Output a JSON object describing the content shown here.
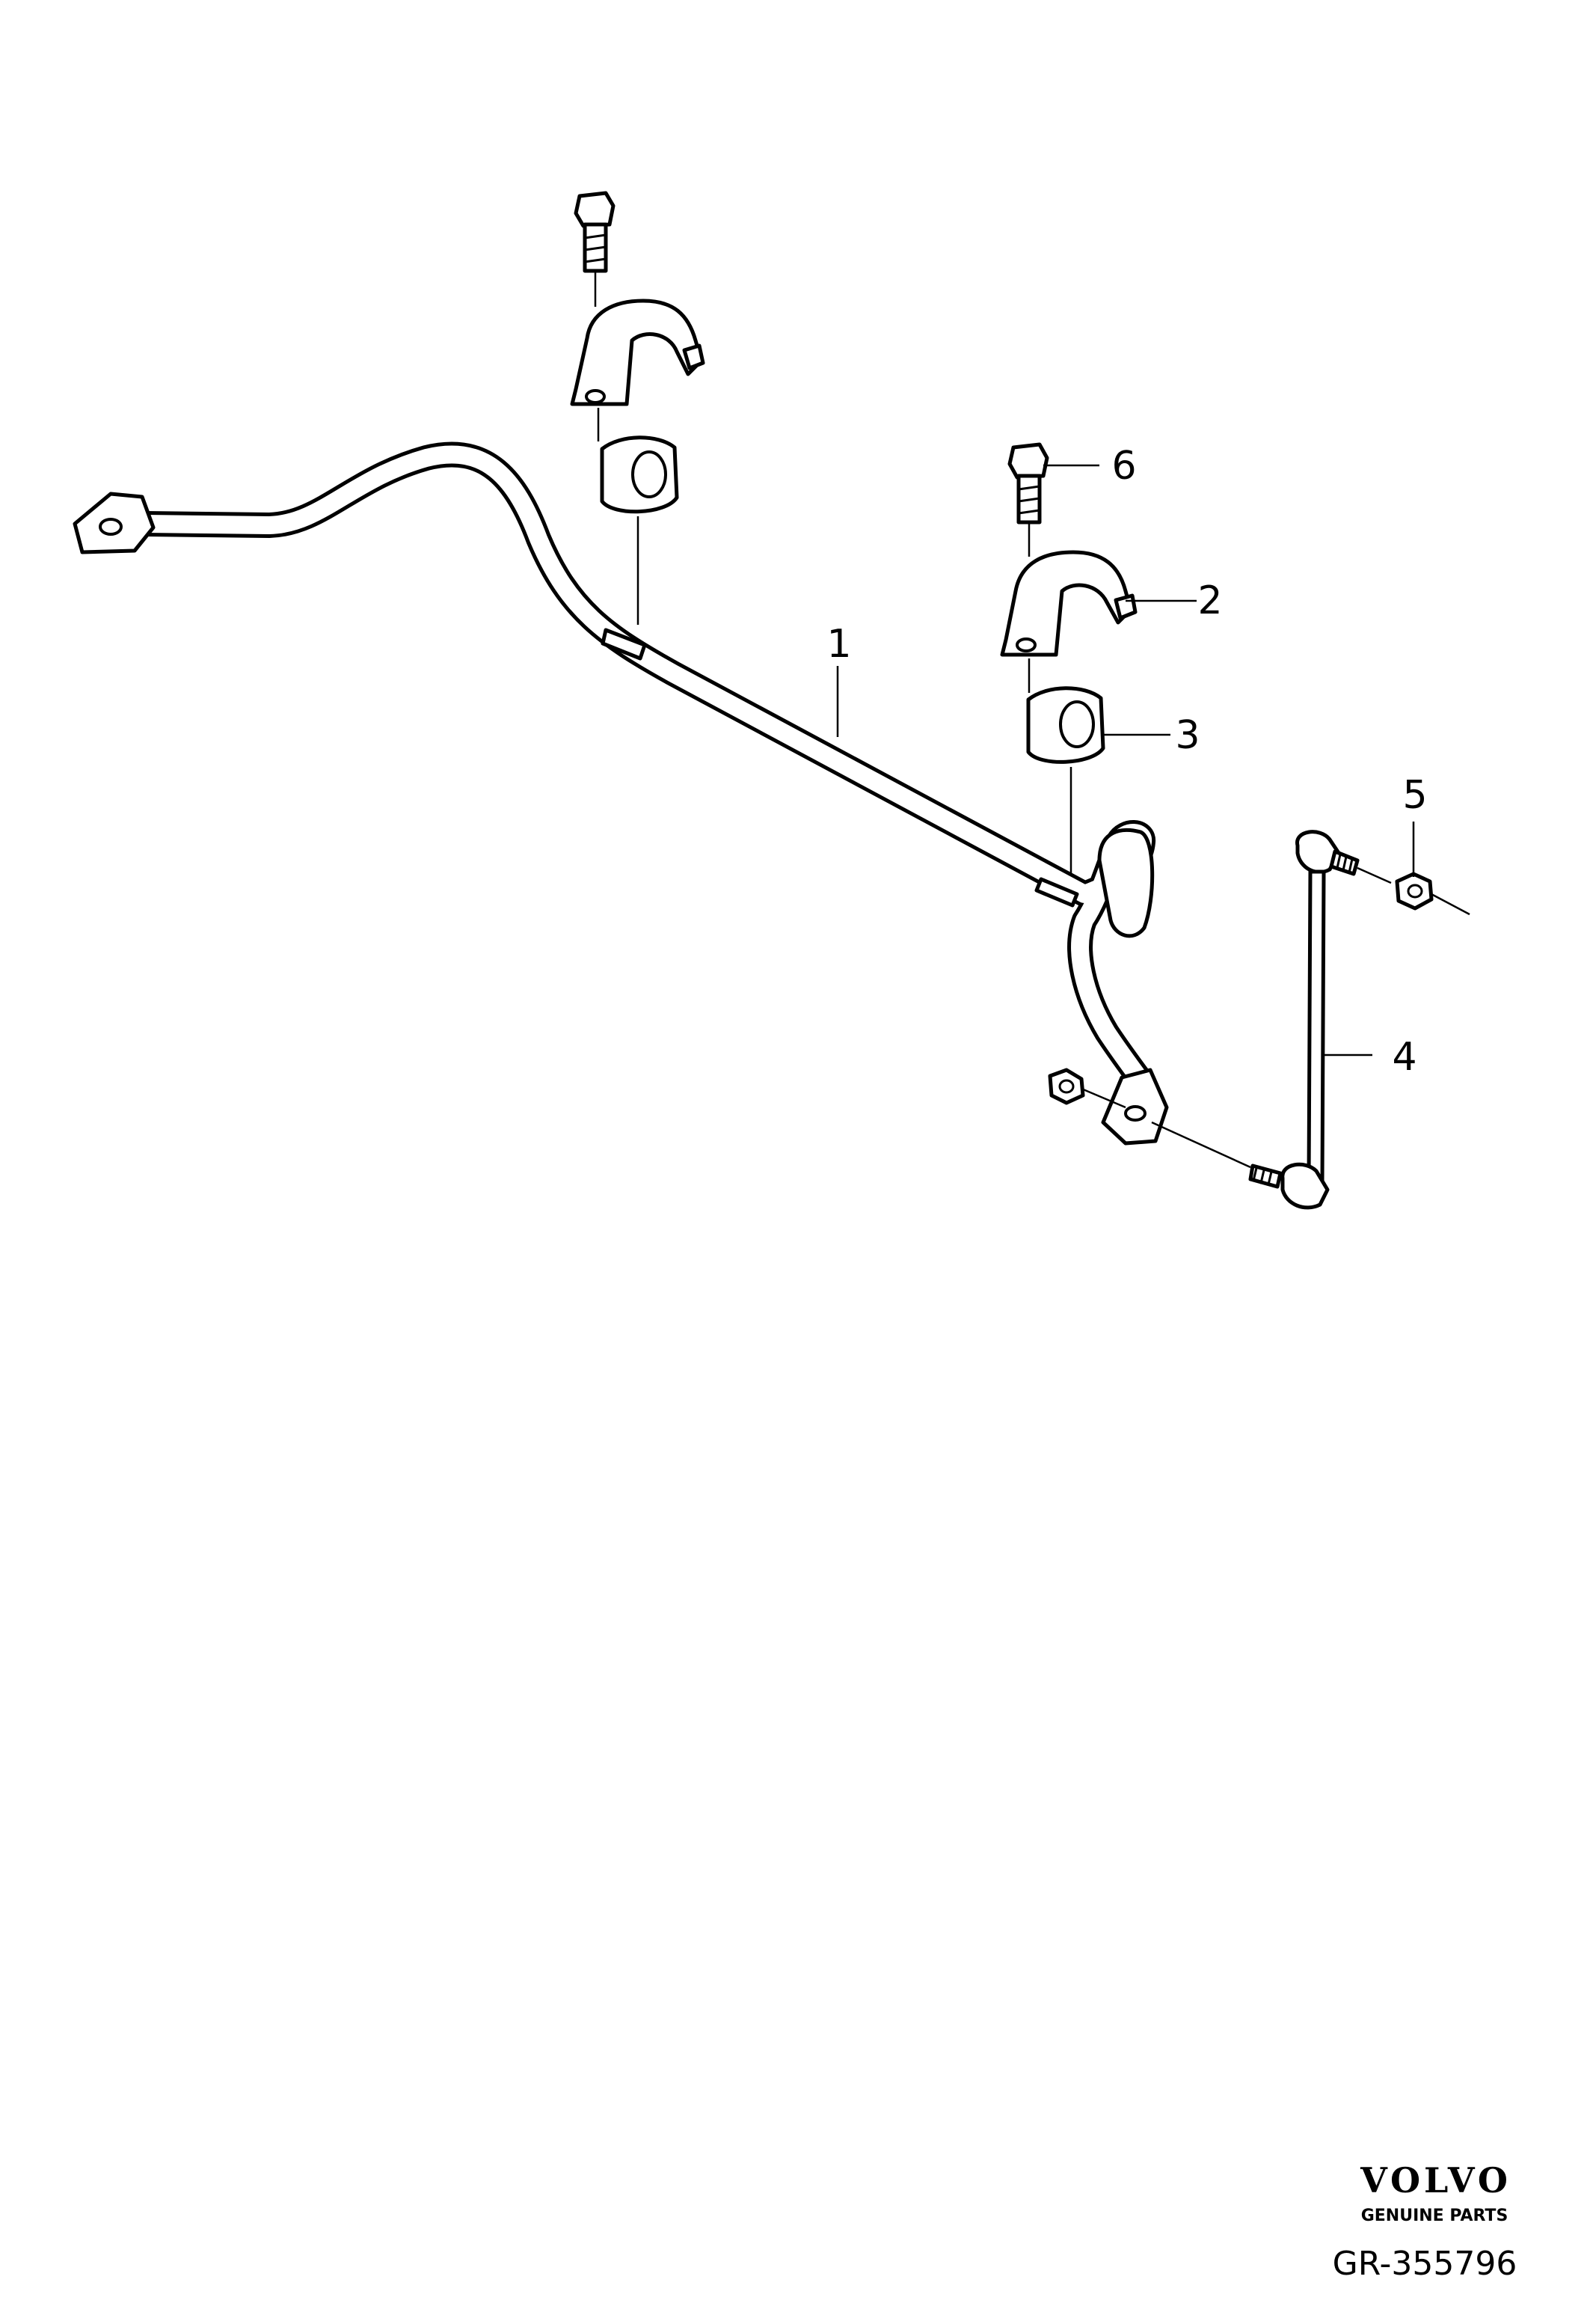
{
  "callouts": {
    "c1": "1",
    "c2": "2",
    "c3": "3",
    "c4": "4",
    "c5": "5",
    "c6": "6"
  },
  "branding": {
    "brand_name": "VOLVO",
    "brand_tagline": "GENUINE PARTS",
    "drawing_code": "GR-355796"
  },
  "colors": {
    "line": "#000000",
    "background": "#ffffff"
  }
}
